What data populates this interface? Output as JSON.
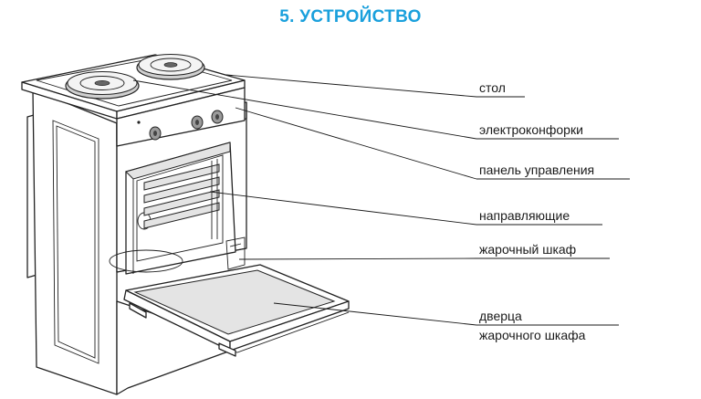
{
  "title": "5. УСТРОЙСТВО",
  "colors": {
    "title": "#1aa0dc",
    "text": "#1a1a1a"
  },
  "labels": {
    "table": "стол",
    "burners": "электроконфорки",
    "control_panel": "панель управления",
    "guides": "направляющие",
    "oven": "жарочный шкаф",
    "door_line1": "дверца",
    "door_line2": "жарочного шкафа"
  }
}
